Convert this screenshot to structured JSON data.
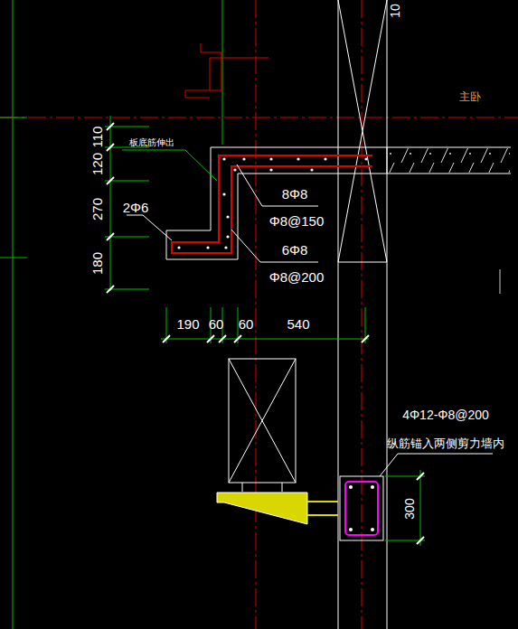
{
  "diagram": {
    "labels": [
      "10",
      "主卧",
      "板底筋伸出",
      "110",
      "120",
      "270",
      "180",
      "2Φ6",
      "8Φ8",
      "Φ8@150",
      "6Φ8",
      "Φ8@200",
      "190",
      "60",
      "60",
      "540",
      "4Φ12-Φ8@200",
      "纵筋锚入两侧剪力墙内",
      "300"
    ]
  }
}
